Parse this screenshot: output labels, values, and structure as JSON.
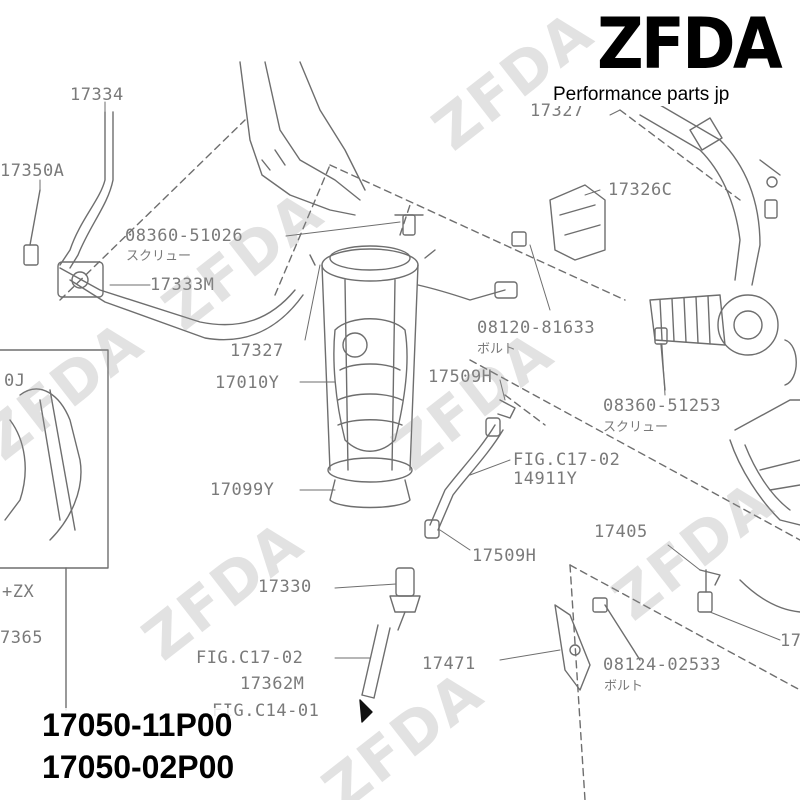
{
  "brand": {
    "logo_text": "ZFDA",
    "tagline": "Performance parts jp"
  },
  "watermark_text": "ZFDA",
  "part_numbers": [
    "17050-11P00",
    "17050-02P00"
  ],
  "labels": {
    "l17334": "17334",
    "l17350A": "17350A",
    "l08360_51026": "08360-51026",
    "l08360_51026_jp": "スクリュー",
    "l17333M": "17333M",
    "l17327_left": "17327",
    "l17010Y": "17010Y",
    "l17099Y": "17099Y",
    "l17327_top": "17327",
    "l17326C": "17326C",
    "l08120_81633": "08120-81633",
    "l08120_81633_jp": "ボルト",
    "l17509H_top": "17509H",
    "l08360_51253": "08360-51253",
    "l08360_51253_jp": "スクリュー",
    "lFIG_C17_02_right": "FIG.C17-02",
    "l14911Y": "14911Y",
    "l17509H_bottom": "17509H",
    "l17405": "17405",
    "l17330": "17330",
    "lFIG_C17_02_bottom": "FIG.C17-02",
    "l17362M": "17362M",
    "lFIG_C14_01": "FIG.C14-01",
    "l17471": "17471",
    "l08124_02533": "08124-02533",
    "l08124_02533_jp": "ボルト",
    "lZX": "+ZX",
    "l365": "7365",
    "l0J": "0J",
    "l17_edge": "17"
  }
}
